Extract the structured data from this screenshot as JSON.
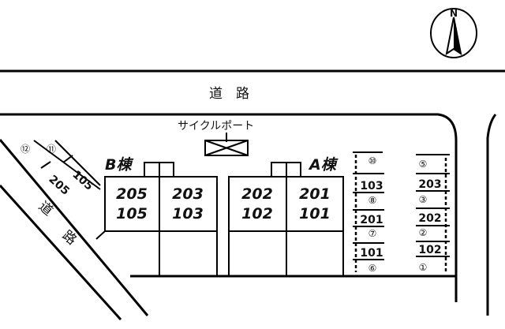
{
  "north_label": "N",
  "road_top": "道　路",
  "road_diag": [
    "道",
    "路"
  ],
  "cycle_port": "サイクルポート",
  "building_b": {
    "label": "B棟",
    "units": [
      [
        "205",
        "105"
      ],
      [
        "203",
        "103"
      ]
    ]
  },
  "building_a": {
    "label": "A棟",
    "units": [
      [
        "202",
        "102"
      ],
      [
        "201",
        "101"
      ]
    ]
  },
  "parking_diag": {
    "spots": [
      "⑫",
      "⑪"
    ],
    "units": [
      "205",
      "105"
    ]
  },
  "parking_col1": [
    "⑩",
    "103",
    "⑧",
    "201",
    "⑦",
    "101",
    "⑥"
  ],
  "parking_col2": [
    "⑤",
    "203",
    "③",
    "202",
    "②",
    "102",
    "①"
  ]
}
